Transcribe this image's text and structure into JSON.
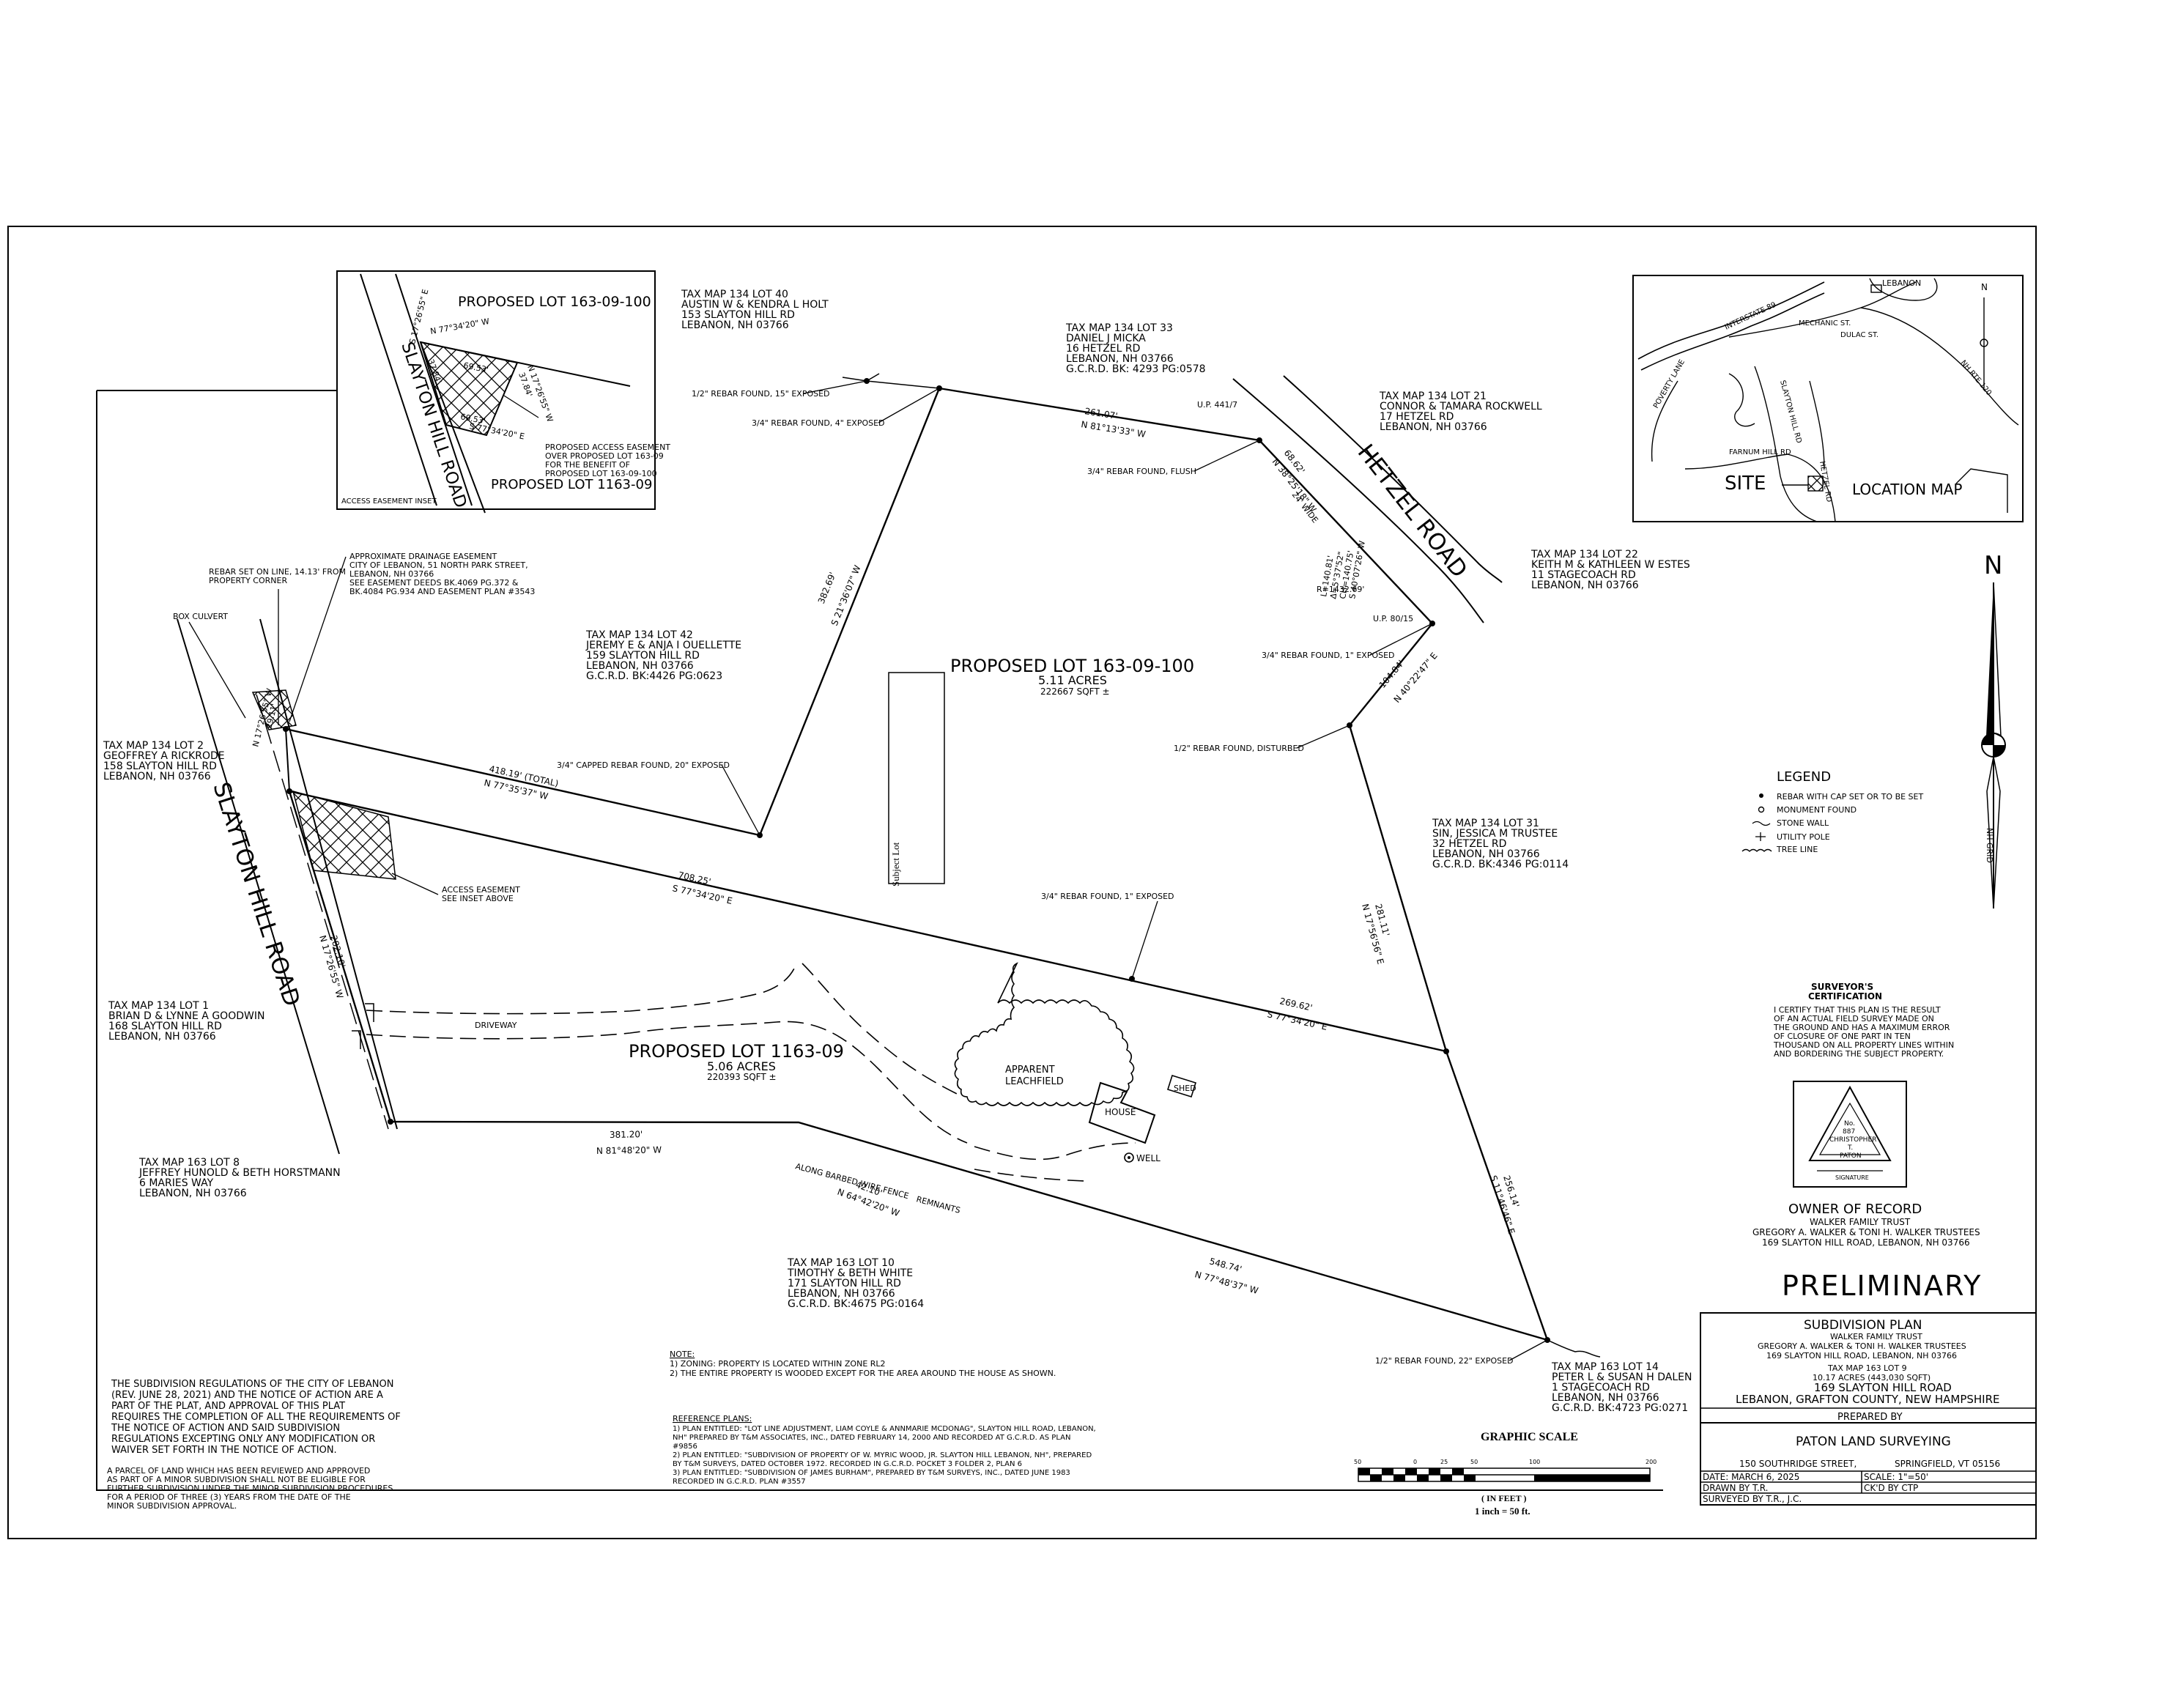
{
  "inset": {
    "title": "PROPOSED LOT 163-09-100",
    "road": "SLAYTON HILL ROAD",
    "lot_below": "PROPOSED LOT 1163-09",
    "caption": "ACCESS EASEMENT INSET",
    "bearing_top": "N 77°34'20\" W",
    "bearing_bottom": "S 77°34'20\" E",
    "dist_1": "69.53'",
    "dist_2": "69.53'",
    "dist_3": "37.84'",
    "dist_4": "37.84'",
    "bearing_left": "S 17°26'55\" E",
    "bearing_right": "N 17°26'55\" W",
    "easement_note": [
      "PROPOSED ACCESS EASEMENT",
      "OVER PROPOSED LOT 163-09",
      "FOR THE BENEFIT OF",
      "PROPOSED LOT 163-09-100"
    ]
  },
  "location_map": {
    "title": "LOCATION MAP",
    "site": "SITE",
    "labels": [
      "LEBANON",
      "INTERSTATE 89",
      "MECHANIC ST.",
      "DULAC ST.",
      "NH RTE 120",
      "POVERTY LANE",
      "SLAYTON HILL RD",
      "FARNUM HILL RD",
      "HETZEL RD"
    ],
    "north": "N"
  },
  "abutters": {
    "holt": [
      "TAX MAP 134 LOT 40",
      "AUSTIN W & KENDRA L HOLT",
      "153 SLAYTON HILL RD",
      "LEBANON, NH 03766"
    ],
    "micka": [
      "TAX MAP 134 LOT 33",
      "DANIEL J MICKA",
      "16 HETZEL RD",
      "LEBANON, NH 03766",
      "G.C.R.D. BK: 4293 PG:0578"
    ],
    "rockwell": [
      "TAX MAP 134 LOT 21",
      "CONNOR & TAMARA ROCKWELL",
      "17 HETZEL RD",
      "LEBANON, NH 03766"
    ],
    "estes": [
      "TAX MAP 134 LOT 22",
      "KEITH M & KATHLEEN W ESTES",
      "11 STAGECOACH RD",
      "LEBANON, NH 03766"
    ],
    "ouellette": [
      "TAX MAP 134 LOT 42",
      "JEREMY E & ANJA I OUELLETTE",
      "159 SLAYTON HILL RD",
      "LEBANON, NH 03766",
      "G.C.R.D. BK:4426 PG:0623"
    ],
    "rickrode": [
      "TAX MAP 134 LOT 2",
      "GEOFFREY A RICKRODE",
      "158 SLAYTON HILL RD",
      "LEBANON, NH 03766"
    ],
    "trustee": [
      "TAX MAP 134 LOT 31",
      "SIN, JESSICA M TRUSTEE",
      "32 HETZEL RD",
      "LEBANON, NH 03766",
      "G.C.R.D. BK:4346 PG:0114"
    ],
    "goodwin": [
      "TAX MAP 134   LOT 1",
      "BRIAN D & LYNNE A GOODWIN",
      "168 SLAYTON HILL RD",
      "LEBANON, NH 03766"
    ],
    "horstmann": [
      "TAX MAP 163 LOT 8",
      "JEFFREY HUNOLD & BETH HORSTMANN",
      "6 MARIES WAY",
      "LEBANON, NH 03766"
    ],
    "white": [
      "TAX MAP 163 LOT 10",
      "TIMOTHY & BETH WHITE",
      "171 SLAYTON HILL RD",
      "LEBANON, NH 03766",
      "G.C.R.D. BK:4675 PG:0164"
    ],
    "dalen": [
      "TAX MAP 163 LOT 14",
      "PETER L & SUSAN H DALEN",
      "1 STAGECOACH RD",
      "LEBANON, NH 03766",
      "G.C.R.D. BK:4723 PG:0271"
    ]
  },
  "lots": {
    "north_title": "PROPOSED LOT 163-09-100",
    "north_acres": "5.11 ACRES",
    "north_sqft": "222667 SQFT ±",
    "south_title": "PROPOSED LOT 1163-09",
    "south_acres": "5.06 ACRES",
    "south_sqft": "220393 SQFT ±",
    "subject_lot": "Subject Lot"
  },
  "roads": {
    "slayton": "SLAYTON HILL ROAD",
    "hetzel": "HETZEL ROAD"
  },
  "monuments": {
    "rebar_15": "1/2\" REBAR FOUND, 15\" EXPOSED",
    "rebar_4": "3/4\" REBAR FOUND, 4\" EXPOSED",
    "rebar_flush": "3/4\" REBAR FOUND, FLUSH",
    "rebar_1a": "3/4\" REBAR FOUND, 1\" EXPOSED",
    "rebar_disturbed": "1/2\" REBAR FOUND, DISTURBED",
    "capped": "3/4\" CAPPED REBAR FOUND, 20\" EXPOSED",
    "rebar_1b": "3/4\" REBAR FOUND, 1\" EXPOSED",
    "rebar_22": "1/2\" REBAR FOUND, 22\" EXPOSED",
    "rebar_set": [
      "REBAR SET ON LINE, 14.13' FROM",
      "PROPERTY CORNER"
    ],
    "box_culvert": "BOX CULVERT",
    "drainage": [
      "APPROXIMATE DRAINAGE EASEMENT",
      "CITY OF LEBANON, 51 NORTH PARK STREET,",
      "LEBANON, NH 03766",
      "SEE EASEMENT DEEDS BK.4069 PG.372 &",
      "BK.4084 PG.934 AND EASEMENT PLAN #3543"
    ],
    "access": [
      "ACCESS EASEMENT",
      "SEE INSET ABOVE"
    ],
    "up_441": "U.P. 441/7",
    "up_80": "U.P. 80/15",
    "wide": "24' WIDE"
  },
  "courses": {
    "c1": "261.07'",
    "c1b": "N 81°13'33\" W",
    "c2": "382.69'",
    "c2b": "S 21°36'07\" W",
    "c3": "418.19' (TOTAL)",
    "c3b": "N 77°35'37\" W",
    "c4": "708.25'",
    "c4b": "S 77°34'20\" E",
    "c5": "269.62'",
    "c5b": "S 77°34'20\" E",
    "c6": "381.20'",
    "c6b": "N 81°48'20\" W",
    "c7": "548.74'",
    "c7b": "N 77°48'37\" W",
    "c8": "281.11'",
    "c8b": "N 17°56'56\" E",
    "c9": "256.14'",
    "c9b": "S 11°46'46\" E",
    "c10": "104.84'",
    "c10b": "N 40°22'47\" E",
    "c11": "68.62'",
    "c11b": "N 38°25'18\" W",
    "c12": "282.10'",
    "c12b": "N 17°26'55\" W",
    "c13": "42.10'",
    "c13b": "N 64°42'20\" W",
    "c14a": "N 17°26'55\" W",
    "c14b": "29.11'",
    "hetzel_curve": [
      "R=1432.69'",
      "L=140.81'",
      "Δ=5°37'52\"",
      "CH=140.75'",
      "S 40°07'26\" W"
    ],
    "fence": "ALONG BARBED WIRE FENCE",
    "remnants": "REMNANTS"
  },
  "features": {
    "leachfield": [
      "APPARENT",
      "LEACHFIELD"
    ],
    "house": "HOUSE",
    "shed": "SHED",
    "well": "WELL",
    "driveway": "DRIVEWAY"
  },
  "legend": {
    "title": "LEGEND",
    "items": [
      "REBAR WITH CAP SET OR TO BE SET",
      "MONUMENT FOUND",
      "STONE WALL",
      "UTILITY POLE",
      "TREE LINE"
    ]
  },
  "north_arrow": {
    "n": "N",
    "grid": "NH GRID"
  },
  "certification": {
    "title": [
      "SURVEYOR'S",
      "CERTIFICATION"
    ],
    "body": [
      "I CERTIFY THAT THIS PLAN IS THE RESULT",
      "OF AN ACTUAL FIELD SURVEY MADE ON",
      "THE GROUND AND HAS A MAXIMUM ERROR",
      "OF CLOSURE OF ONE PART IN TEN",
      "THOUSAND ON ALL PROPERTY LINES WITHIN",
      "AND BORDERING THE SUBJECT PROPERTY."
    ]
  },
  "seal": {
    "lines": [
      "No.",
      "887",
      "CHRISTOPHER",
      "T.",
      "PATON"
    ],
    "signature": "SIGNATURE"
  },
  "owner": {
    "title": "OWNER OF RECORD",
    "lines": [
      "WALKER FAMILY TRUST",
      "GREGORY A. WALKER & TONI H. WALKER TRUSTEES",
      "169 SLAYTON HILL ROAD, LEBANON, NH 03766"
    ]
  },
  "preliminary": "PRELIMINARY",
  "title_block": {
    "title": "SUBDIVISION PLAN",
    "lines": [
      "WALKER FAMILY TRUST",
      "GREGORY A. WALKER & TONI H. WALKER TRUSTEES",
      "169 SLAYTON HILL ROAD, LEBANON, NH 03766",
      "TAX MAP 163 LOT 9",
      "10.17 ACRES (443,030 SQFT)",
      "169 SLAYTON HILL ROAD",
      "LEBANON, GRAFTON COUNTY, NEW HAMPSHIRE"
    ],
    "prepared_by": "PREPARED BY",
    "firm": "PATON LAND SURVEYING",
    "street": "150 SOUTHRIDGE STREET,",
    "city": "SPRINGFIELD, VT 05156",
    "date": "DATE: MARCH 6, 2025",
    "scale": "SCALE: 1\"=50'",
    "drawn": "DRAWN BY T.R.",
    "checked": "CK'D BY CTP",
    "surveyed": "SURVEYED BY T.R., J.C."
  },
  "graphic_scale": {
    "title": "GRAPHIC SCALE",
    "ticks": [
      "50",
      "0",
      "25",
      "50",
      "100",
      "200"
    ],
    "units": "( IN FEET )",
    "ratio": "1 inch = 50  ft."
  },
  "notes": {
    "title": "NOTE:",
    "items": [
      "1) ZONING: PROPERTY IS LOCATED WITHIN ZONE RL2",
      "2) THE ENTIRE PROPERTY IS WOODED EXCEPT FOR THE AREA AROUND THE HOUSE AS SHOWN."
    ]
  },
  "reference_plans": {
    "title": "REFERENCE PLANS:",
    "items": [
      "1) PLAN ENTITLED: \"LOT LINE ADJUSTMENT, LIAM COYLE & ANNMARIE MCDONAG\", SLAYTON HILL ROAD, LEBANON,",
      "NH\" PREPARED BY T&M ASSOCIATES, INC., DATED FEBRUARY 14, 2000 AND RECORDED AT G.C.R.D. AS PLAN",
      "#9856",
      "2) PLAN ENTITLED: \"SUBDIVISION OF PROPERTY OF W. MYRIC WOOD, JR. SLAYTON HILL LEBANON, NH\", PREPARED",
      "BY T&M SURVEYS, DATED OCTOBER 1972. RECORDED IN G.C.R.D. POCKET 3 FOLDER 2, PLAN 6",
      "3) PLAN ENTITLED: \"SUBDIVISION OF JAMES BURHAM\", PREPARED BY T&M SURVEYS, INC., DATED JUNE 1983",
      "RECORDED IN G.C.R.D. PLAN #3557"
    ]
  },
  "regulations": {
    "main": [
      "THE SUBDIVISION REGULATIONS OF THE CITY OF LEBANON",
      "(REV. JUNE 28, 2021) AND THE NOTICE OF ACTION ARE A",
      "PART OF THE PLAT, AND APPROVAL OF THIS PLAT",
      "REQUIRES THE COMPLETION OF ALL THE REQUIREMENTS OF",
      "THE NOTICE OF ACTION AND SAID SUBDIVISION",
      "REGULATIONS EXCEPTING ONLY ANY MODIFICATION OR",
      "WAIVER SET FORTH IN THE NOTICE OF ACTION."
    ],
    "minor": [
      "A PARCEL OF LAND WHICH HAS BEEN REVIEWED AND APPROVED",
      "AS PART OF A MINOR SUBDIVISION SHALL NOT BE ELIGIBLE FOR",
      "FURTHER SUBDIVISION UNDER THE MINOR SUBDIVISION PROCEDURES",
      "FOR A PERIOD OF THREE (3) YEARS FROM THE DATE OF THE",
      "MINOR SUBDIVISION APPROVAL."
    ]
  }
}
